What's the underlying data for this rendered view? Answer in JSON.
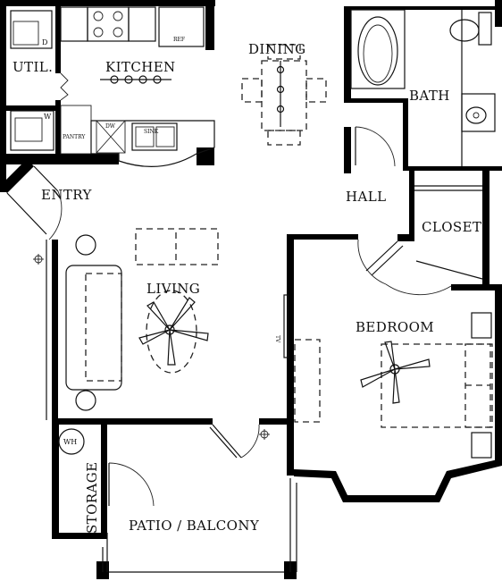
{
  "rooms": {
    "util": "UTIL.",
    "kitchen": "KITCHEN",
    "dining": "DINING",
    "bath": "BATH",
    "entry": "ENTRY",
    "hall": "HALL",
    "closet": "CLOSET",
    "living": "LIVING",
    "bedroom": "BEDROOM",
    "storage": "STORAGE",
    "patio": "PATIO / BALCONY"
  },
  "fixtures": {
    "dryer": "D",
    "washer": "W",
    "refrigerator": "REF",
    "pantry": "PANTRY",
    "dishwasher": "DW",
    "sink": "SINK",
    "water_heater": "WH",
    "tv": "TV"
  }
}
